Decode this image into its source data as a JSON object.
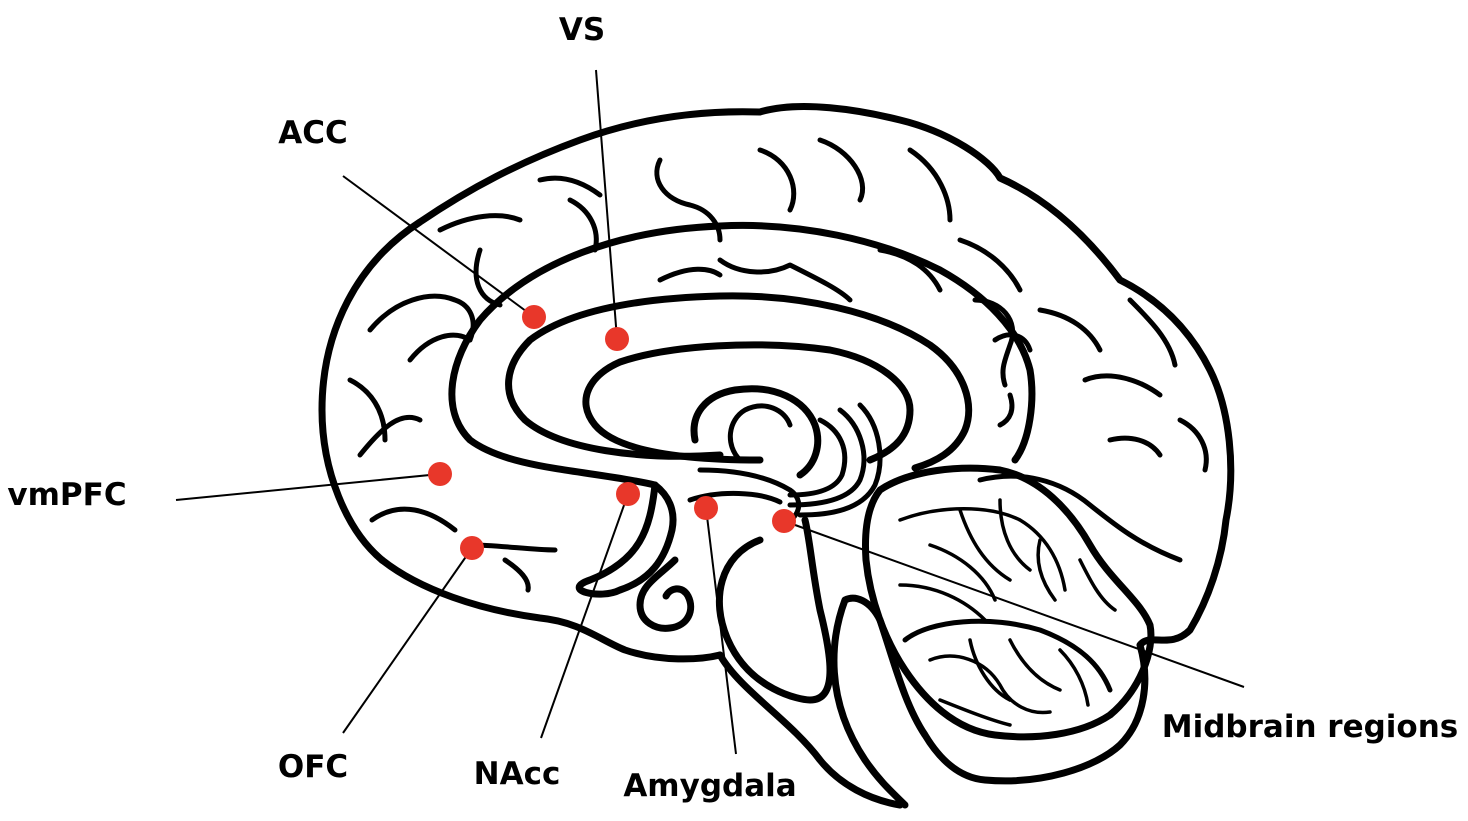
{
  "labels": {
    "vs": "VS",
    "acc": "ACC",
    "vmpfc": "vmPFC",
    "ofc": "OFC",
    "nacc": "NAcc",
    "amygdala": "Amygdala",
    "midbrain": "Midbrain regions"
  },
  "colors": {
    "marker": "#e8372a",
    "line": "#000000",
    "background": "#ffffff"
  }
}
